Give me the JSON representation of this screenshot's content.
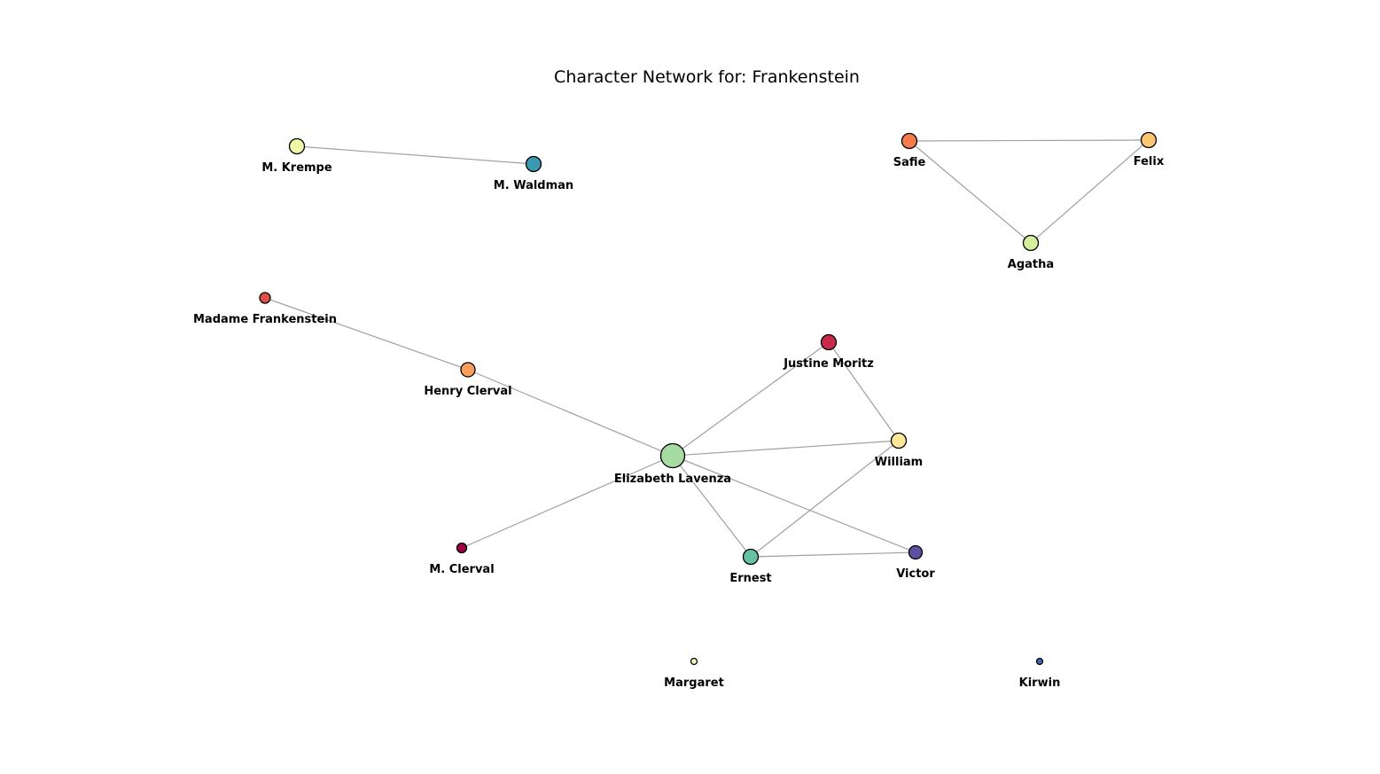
{
  "title": "Character Network for: Frankenstein",
  "nodes": [
    {
      "id": "m-krempe",
      "label": "M. Krempe",
      "color": "#f0f8a8",
      "degree": 1
    },
    {
      "id": "m-waldman",
      "label": "M. Waldman",
      "color": "#3a98b0",
      "degree": 1
    },
    {
      "id": "safie",
      "label": "Safie",
      "color": "#f57a4c",
      "degree": 2
    },
    {
      "id": "felix",
      "label": "Felix",
      "color": "#fdc675",
      "degree": 2
    },
    {
      "id": "agatha",
      "label": "Agatha",
      "color": "#d5ee9b",
      "degree": 2
    },
    {
      "id": "madame-frankenstein",
      "label": "Madame Frankenstein",
      "color": "#e05048",
      "degree": 1
    },
    {
      "id": "henry-clerval",
      "label": "Henry Clerval",
      "color": "#f89e5a",
      "degree": 2
    },
    {
      "id": "justine-moritz",
      "label": "Justine Moritz",
      "color": "#c92a4b",
      "degree": 2
    },
    {
      "id": "william",
      "label": "William",
      "color": "#fde89a",
      "degree": 3
    },
    {
      "id": "elizabeth-lavenza",
      "label": "Elizabeth Lavenza",
      "color": "#a6dba4",
      "degree": 6
    },
    {
      "id": "m-clerval",
      "label": "M. Clerval",
      "color": "#9e0142",
      "degree": 1
    },
    {
      "id": "ernest",
      "label": "Ernest",
      "color": "#66c2a5",
      "degree": 3
    },
    {
      "id": "victor",
      "label": "Victor",
      "color": "#5e4fa2",
      "degree": 2
    },
    {
      "id": "margaret",
      "label": "Margaret",
      "color": "#fefeb8",
      "degree": 0
    },
    {
      "id": "kirwin",
      "label": "Kirwin",
      "color": "#3f68b3",
      "degree": 0
    }
  ],
  "edges": [
    [
      "m-krempe",
      "m-waldman"
    ],
    [
      "safie",
      "felix"
    ],
    [
      "safie",
      "agatha"
    ],
    [
      "felix",
      "agatha"
    ],
    [
      "madame-frankenstein",
      "henry-clerval"
    ],
    [
      "henry-clerval",
      "elizabeth-lavenza"
    ],
    [
      "elizabeth-lavenza",
      "justine-moritz"
    ],
    [
      "elizabeth-lavenza",
      "william"
    ],
    [
      "elizabeth-lavenza",
      "m-clerval"
    ],
    [
      "elizabeth-lavenza",
      "ernest"
    ],
    [
      "elizabeth-lavenza",
      "victor"
    ],
    [
      "justine-moritz",
      "william"
    ],
    [
      "william",
      "ernest"
    ],
    [
      "ernest",
      "victor"
    ]
  ],
  "edge_color": "#a0a0a0"
}
